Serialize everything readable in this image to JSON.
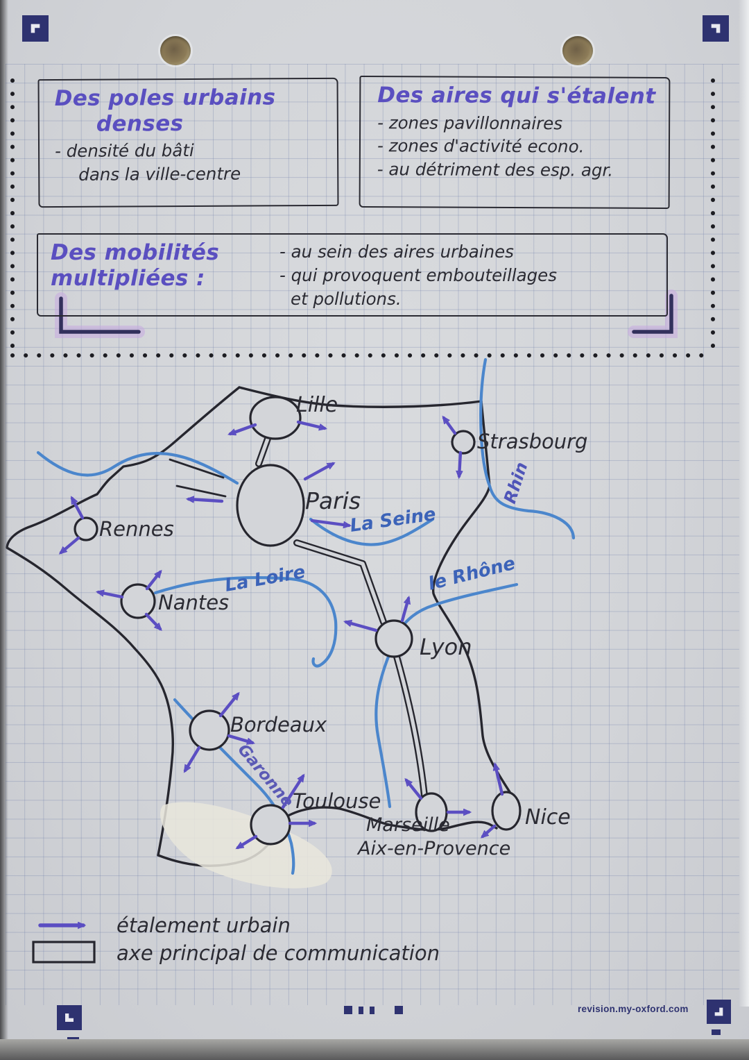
{
  "notes": {
    "box_dense": {
      "title_line1": "Des poles urbains",
      "title_line2": "denses",
      "body_line1": "- densité du bâti",
      "body_line2": "dans la ville-centre"
    },
    "box_sprawl": {
      "title": "Des aires qui s'étalent",
      "items": [
        "- zones pavillonnaires",
        "- zones d'activité econo.",
        "- au détriment des esp. agr."
      ]
    },
    "box_mobility": {
      "title_line1": "Des mobilités",
      "title_line2": "multipliées :",
      "items": [
        "- au sein des aires urbaines",
        "- qui provoquent embouteillages",
        "et pollutions."
      ]
    }
  },
  "map": {
    "cities": {
      "lille": "Lille",
      "paris": "Paris",
      "strasbourg": "Strasbourg",
      "rennes": "Rennes",
      "nantes": "Nantes",
      "lyon": "Lyon",
      "bordeaux": "Bordeaux",
      "toulouse": "Toulouse",
      "marseille_line1": "Marseille",
      "marseille_line2": "Aix-en-Provence",
      "nice": "Nice"
    },
    "rivers": {
      "seine": "La Seine",
      "loire": "La Loire",
      "rhone": "le Rhône",
      "rhin": "Rhin",
      "garonne": "Garonne"
    }
  },
  "legend": {
    "arrow_label": "étalement urbain",
    "box_label": "axe principal de communication"
  },
  "footer": {
    "watermark": "revision.my-oxford.com"
  },
  "colors": {
    "ink_purple": "#5a4fc0",
    "ink_black": "#2b2b33",
    "river_blue": "#4b86cc",
    "arrow_purple": "#5b4ec2",
    "fiducial_navy": "#2e3270",
    "highlight_lavender": "#c7a9e0"
  }
}
